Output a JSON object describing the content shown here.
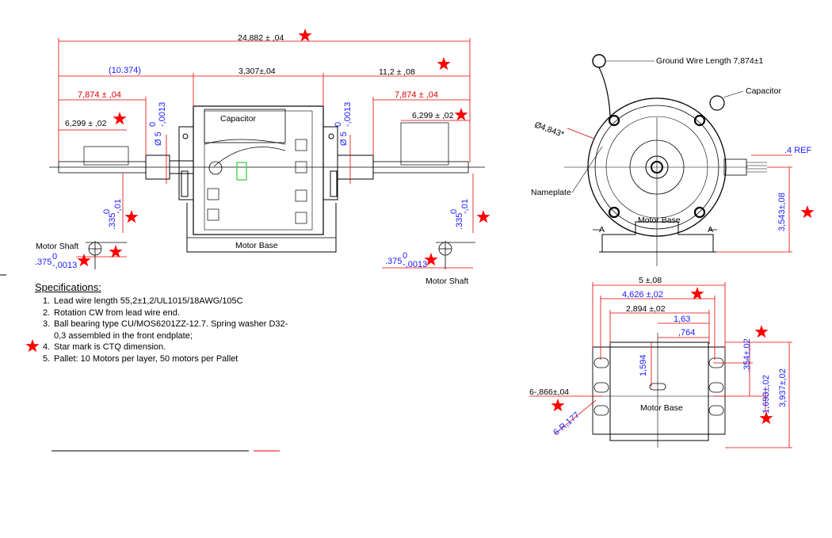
{
  "dims": {
    "overall_length": "24,882 ± ,04",
    "ref_left": "(10.374)",
    "body_length": "3,307±,04",
    "right_length": "11,2 ± ,08",
    "left_7874": "7,874 ± ,04",
    "right_7874": "7,874 ± ,04",
    "left_6299": "6,299 ± ,02",
    "right_6299": "6,299 ± ,02",
    "shaft_dia_left": "Ø 5",
    "shaft_dia_right": "Ø 5",
    "tol_0": "0",
    "tol_0013": "-,0013",
    "tol_01": "-,01",
    "shaft_335": ".335",
    "shaft_375": ".375",
    "dia_4843": "Ø4,843*",
    "ref_04": ".4 REF",
    "h_3543": "3,543±,08",
    "w_5": "5 ±,08",
    "w_4626": "4,626 ±,02",
    "w_2894": "2,894 ±,02",
    "w_163": "1,63",
    "w_764": ",764",
    "h_1594": "1,594",
    "h_354": ".354±,02",
    "h_1693": "1,693±,02",
    "h_3937": "3,937±,02",
    "holes": "6-,866±,04",
    "radius": "6-R,177"
  },
  "labels": {
    "capacitor": "Capacitor",
    "motor_base": "Motor Base",
    "motor_shaft": "Motor Shaft",
    "ground_wire": "Ground Wire Length 7,874±1",
    "nameplate": "Nameplate",
    "section_a": "A"
  },
  "specs": {
    "title": "Specifications:",
    "items": [
      {
        "num": "1.",
        "text": "Lead wire length 55,2±1,2/UL1015/18AWG/105C"
      },
      {
        "num": "2.",
        "text": "Rotation CW from lead wire end."
      },
      {
        "num": "3.",
        "text": "Ball bearing type CU/MOS6201ZZ-12.7. Spring washer D32-0,3 assembled in the front endplate;"
      },
      {
        "num": "4.",
        "text": "Star mark is CTQ dimension."
      },
      {
        "num": "5.",
        "text": "Pallet: 10 Motors per layer, 50 motors per Pallet"
      }
    ]
  },
  "colors": {
    "dimension_red": "#e00000",
    "dimension_blue": "#1a1aff",
    "star": "#ff0000",
    "highlight_green": "#33cc33"
  },
  "icons": {
    "ctq": "star-icon"
  }
}
